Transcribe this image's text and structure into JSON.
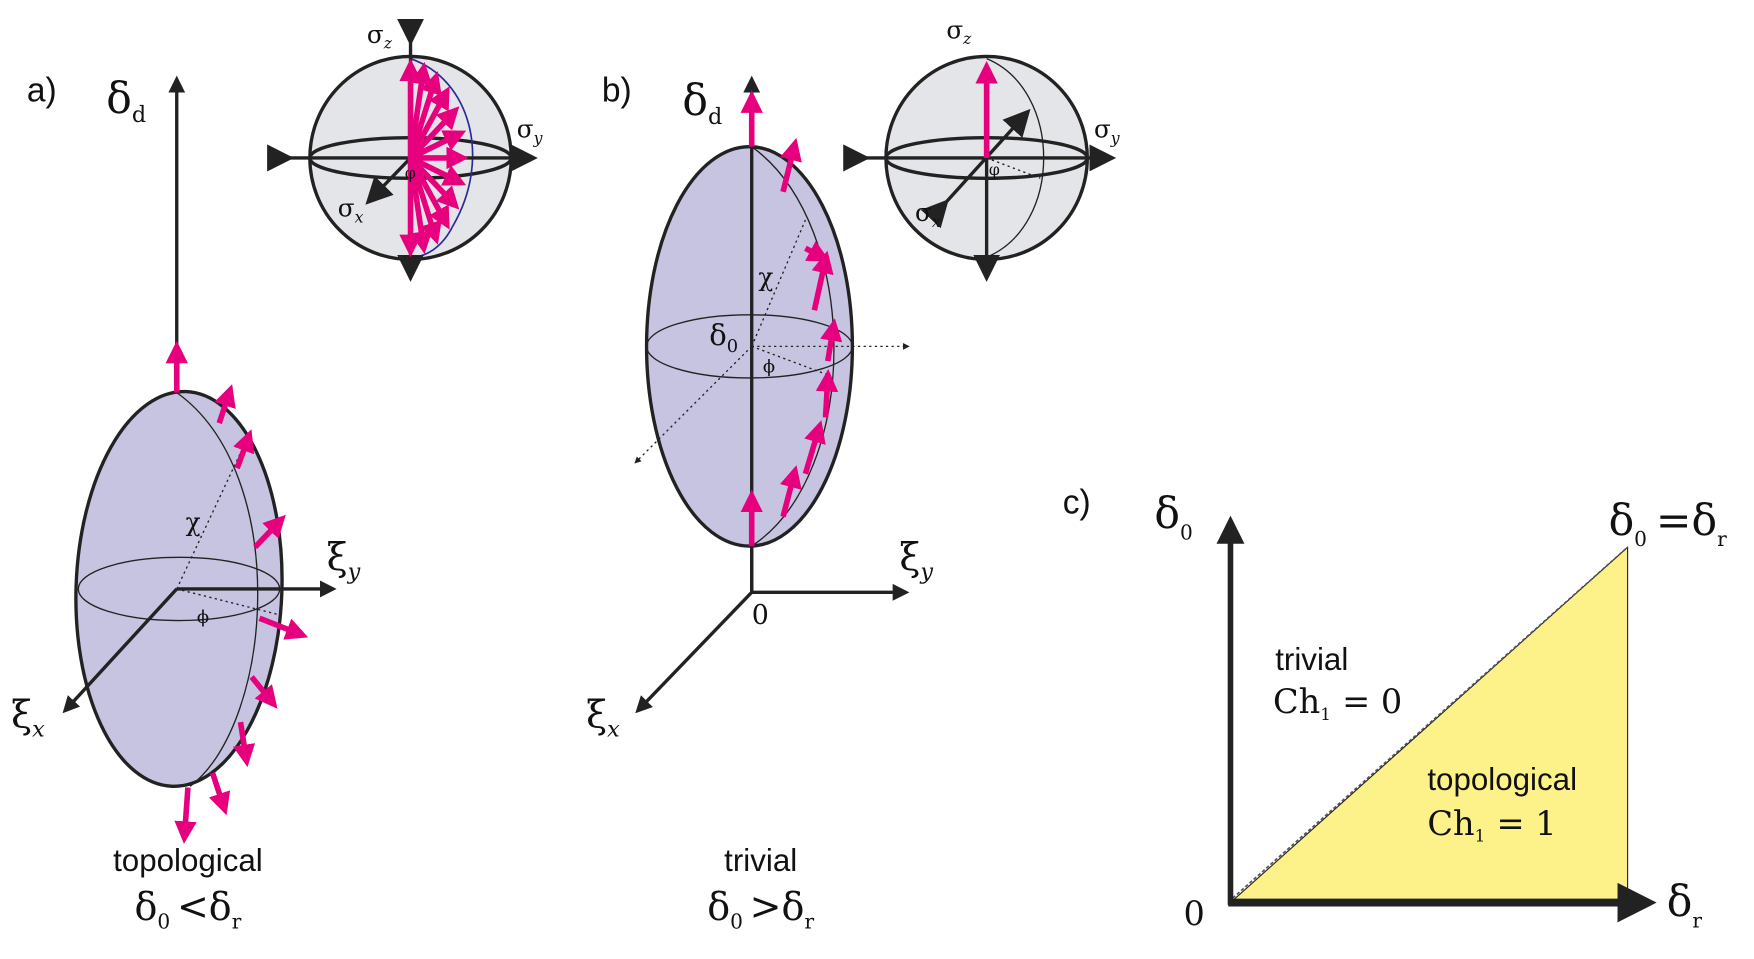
{
  "colors": {
    "magenta": "#e6007e",
    "ellipsoid": "#c6c4e0",
    "sphere": "#e4e5e8",
    "topological_region": "#fdf28a",
    "axis": "#222222"
  },
  "panel_a": {
    "label": "a)",
    "axis_z": "δ",
    "axis_z_sub": "d",
    "axis_y": "ξ",
    "axis_y_sub": "y",
    "axis_x": "ξ",
    "axis_x_sub": "x",
    "angle_chi": "χ",
    "angle_phi": "ϕ",
    "caption": "topological",
    "condition": {
      "left": "δ",
      "left_sub": "0",
      "op": "<",
      "right": "δ",
      "right_sub": "r"
    },
    "bloch": {
      "z": "σ",
      "z_sub": "z",
      "y": "σ",
      "y_sub": "y",
      "x": "σ",
      "x_sub": "x",
      "phi": "φ"
    }
  },
  "panel_b": {
    "label": "b)",
    "axis_z": "δ",
    "axis_z_sub": "d",
    "axis_y": "ξ",
    "axis_y_sub": "y",
    "axis_x": "ξ",
    "axis_x_sub": "x",
    "origin": "0",
    "center": "δ",
    "center_sub": "0",
    "angle_chi": "χ",
    "angle_phi": "ϕ",
    "caption": "trivial",
    "condition": {
      "left": "δ",
      "left_sub": "0",
      "op": ">",
      "right": "δ",
      "right_sub": "r"
    },
    "bloch": {
      "z": "σ",
      "z_sub": "z",
      "y": "σ",
      "y_sub": "y",
      "x": "σ",
      "x_sub": "x",
      "phi": "φ"
    }
  },
  "panel_c": {
    "label": "c)",
    "y_axis": "δ",
    "y_axis_sub": "0",
    "x_axis": "δ",
    "x_axis_sub": "r",
    "origin": "0",
    "boundary": {
      "left": "δ",
      "left_sub": "0",
      "op": "=",
      "right": "δ",
      "right_sub": "r"
    },
    "trivial_label": "trivial",
    "trivial_ch": "Ch",
    "trivial_ch_sub": "1",
    "trivial_ch_val": "= 0",
    "topological_label": "topological",
    "topological_ch": "Ch",
    "topological_ch_sub": "1",
    "topological_ch_val": "= 1"
  }
}
